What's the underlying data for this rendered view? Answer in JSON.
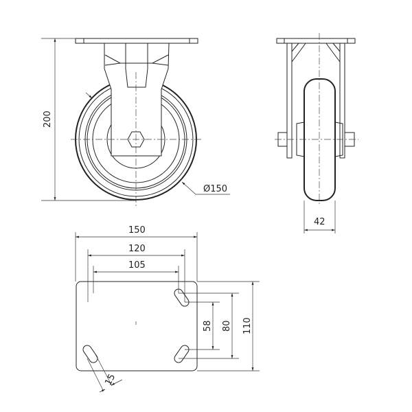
{
  "front_view": {
    "height_dim": "200",
    "diameter_dim": "Ø150"
  },
  "side_view": {
    "width_dim": "42"
  },
  "plate_view": {
    "width_dim": "150",
    "hole_span_outer": "120",
    "hole_span_inner": "105",
    "hole_vert_inner": "58",
    "hole_vert_outer": "80",
    "height_dim": "110",
    "slot_width": "15"
  }
}
